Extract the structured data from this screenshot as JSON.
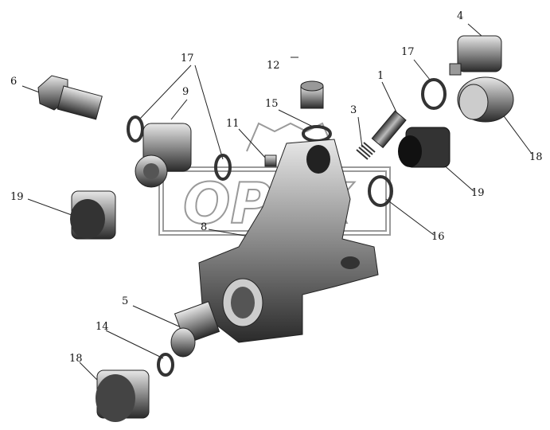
{
  "watermark": {
    "text": "OPEX"
  },
  "callouts": [
    {
      "id": "6",
      "text": "6"
    },
    {
      "id": "17a",
      "text": "17"
    },
    {
      "id": "9",
      "text": "9"
    },
    {
      "id": "12",
      "text": "12"
    },
    {
      "id": "1",
      "text": "1"
    },
    {
      "id": "17b",
      "text": "17"
    },
    {
      "id": "4",
      "text": "4"
    },
    {
      "id": "15",
      "text": "15"
    },
    {
      "id": "3",
      "text": "3"
    },
    {
      "id": "11",
      "text": "11"
    },
    {
      "id": "18a",
      "text": "18"
    },
    {
      "id": "19a",
      "text": "19"
    },
    {
      "id": "19b",
      "text": "19"
    },
    {
      "id": "8",
      "text": "8"
    },
    {
      "id": "16",
      "text": "16"
    },
    {
      "id": "5",
      "text": "5"
    },
    {
      "id": "14",
      "text": "14"
    },
    {
      "id": "18b",
      "text": "18"
    }
  ],
  "colors": {
    "part_dark": "#2a2a2a",
    "part_light": "#d8d8d8",
    "watermark": "#9a9a9a"
  }
}
